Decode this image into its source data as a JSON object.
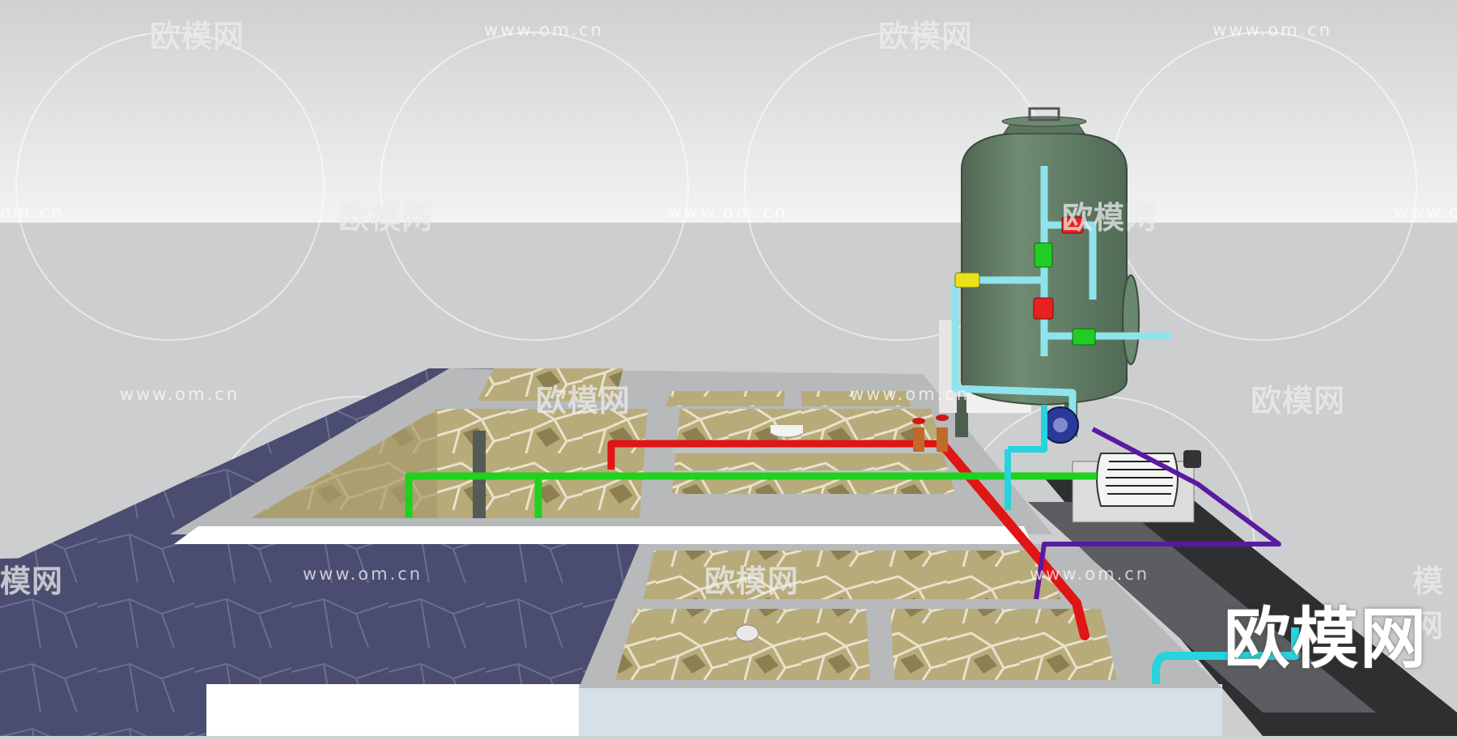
{
  "scene": {
    "subject": "3D render of a water treatment system: filter tank with pipework above a row of stone-lined pools",
    "colors": {
      "sky": "#e4e5e5",
      "ground": "#cdcecf",
      "deck": "#494c6e",
      "tank": "#5f7a62",
      "pipe_red": "#e01515",
      "pipe_green": "#1ed21e",
      "pipe_cyan": "#27d3dc",
      "pipe_purple": "#5a1aa0",
      "concrete": "#bfc1c2",
      "stone": "#b6a978"
    }
  },
  "watermarks": {
    "brand_cn": "欧模网",
    "url": "www.om.cn",
    "partial_url": "om.cn",
    "partial_cn": "模网"
  },
  "brand_logo": "欧模网"
}
